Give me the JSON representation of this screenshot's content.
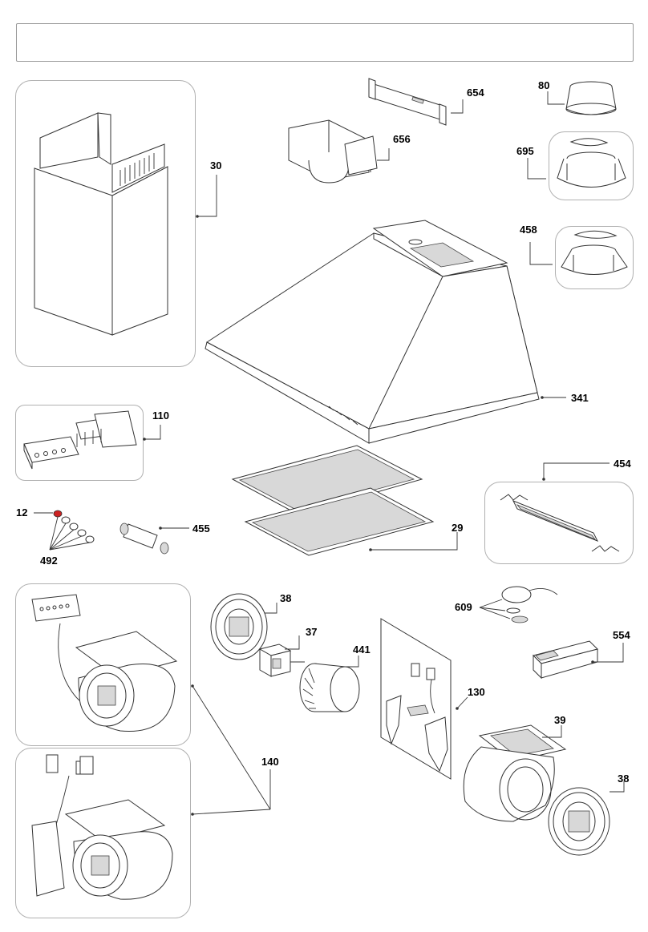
{
  "header": {
    "title": ""
  },
  "labels": {
    "p30": "30",
    "p654": "654",
    "p656": "656",
    "p80": "80",
    "p695": "695",
    "p458": "458",
    "p341": "341",
    "p110": "110",
    "p454": "454",
    "p12": "12",
    "p492": "492",
    "p455": "455",
    "p29": "29",
    "p38a": "38",
    "p37": "37",
    "p441": "441",
    "p609": "609",
    "p554": "554",
    "p130": "130",
    "p140": "140",
    "p39": "39",
    "p38b": "38"
  },
  "icons": [
    "chimney-cover-icon",
    "mounting-bracket-icon",
    "duct-adapter-icon",
    "collar-icon",
    "flap-collar-icon",
    "hood-body-icon",
    "control-module-icon",
    "grease-filter-icon",
    "light-fixture-icon",
    "knob-set-icon",
    "connector-icon",
    "motor-fan-icon",
    "motor-icon",
    "impeller-icon",
    "lamp-holder-icon",
    "transformer-icon",
    "wiring-harness-icon",
    "blower-housing-icon",
    "inlet-grill-icon"
  ],
  "colors": {
    "line": "#333333",
    "box_border": "#b0b0b0",
    "knob_accent": "#cc2222"
  }
}
